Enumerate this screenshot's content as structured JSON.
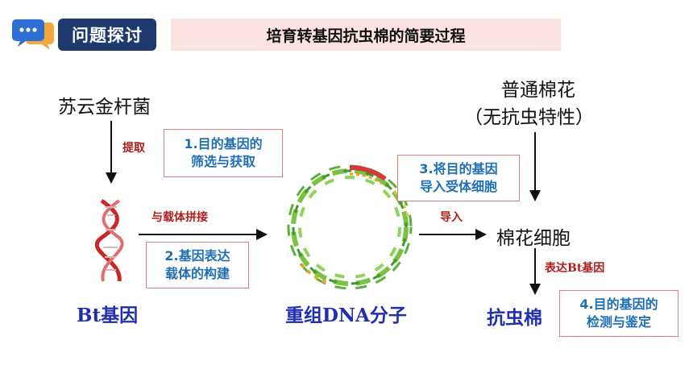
{
  "header": {
    "tag_label": "问题探讨",
    "title": "培育转基因抗虫棉的简要过程"
  },
  "icons": {
    "chat": "chat-bubbles-icon"
  },
  "colors": {
    "tag_bg": "#1f3a6e",
    "title_bg": "#fbe3e2",
    "step_text": "#1f6fb5",
    "step_border": "#e08080",
    "red_label": "#b01c1c",
    "blue_label": "#1f2fb0"
  },
  "nodes": {
    "source": "苏云金杆菌",
    "cotton_line1": "普通棉花",
    "cotton_line2": "（无抗虫特性）",
    "bt_gene": "Bt基因",
    "recombinant": "重组DNA分子",
    "cotton_cell": "棉花细胞",
    "resistant": "抗虫棉"
  },
  "arrow_labels": {
    "extract": "提取",
    "splice": "与载体拼接",
    "import": "导入",
    "express": "表达Bt基因"
  },
  "steps": [
    {
      "line1": "1.目的基因的",
      "line2": "筛选与获取"
    },
    {
      "line1": "2.基因表达",
      "line2": "载体的构建"
    },
    {
      "line1": "3.将目的基因",
      "line2": "导入受体细胞"
    },
    {
      "line1": "4.目的基因的",
      "line2": "检测与鉴定"
    }
  ]
}
